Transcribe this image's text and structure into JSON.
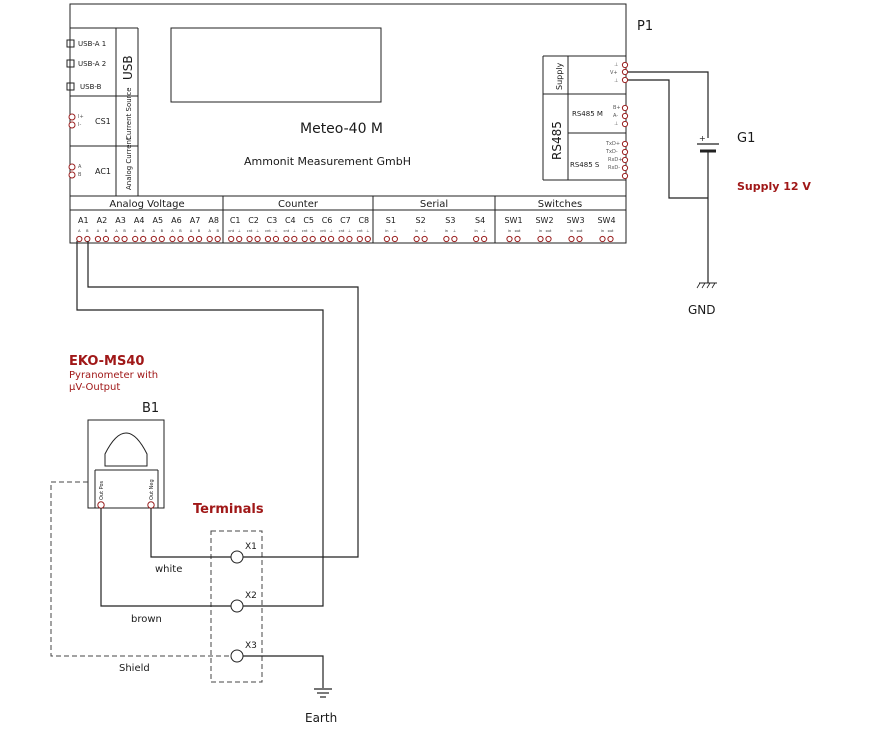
{
  "logger": {
    "ref": "P1",
    "model": "Meteo-40 M",
    "maker": "Ammonit Measurement GmbH",
    "usb_group": "USB",
    "usb_ports": [
      "USB-A 1",
      "USB-A 2",
      "USB-B"
    ],
    "current_source": {
      "label": "CS1",
      "group": "Current Source"
    },
    "analog_current": {
      "label": "AC1",
      "group": "Analog Current"
    },
    "supply": {
      "label": "Supply"
    },
    "rs485": {
      "group": "RS485",
      "ports": [
        "RS485 M",
        "RS485 S"
      ]
    },
    "sections": [
      "Analog Voltage",
      "Counter",
      "Serial",
      "Switches"
    ],
    "channels": {
      "analog": [
        "A1",
        "A2",
        "A3",
        "A4",
        "A5",
        "A6",
        "A7",
        "A8"
      ],
      "counter": [
        "C1",
        "C2",
        "C3",
        "C4",
        "C5",
        "C6",
        "C7",
        "C8"
      ],
      "serial": [
        "S1",
        "S2",
        "S3",
        "S4"
      ],
      "switches": [
        "SW1",
        "SW2",
        "SW3",
        "SW4"
      ]
    }
  },
  "supply": {
    "ref": "G1",
    "label": "Supply 12 V",
    "gnd": "GND"
  },
  "sensor": {
    "title": "EKO-MS40",
    "subtitle_1": "Pyranometer with",
    "subtitle_2": "µV-Output",
    "ref": "B1"
  },
  "terminals": {
    "label": "Terminals",
    "items": [
      "X1",
      "X2",
      "X3"
    ]
  },
  "wires": {
    "white": "white",
    "brown": "brown",
    "shield": "Shield"
  },
  "earth": "Earth",
  "colors": {
    "accent_red": "#a01818",
    "line": "#222222"
  }
}
